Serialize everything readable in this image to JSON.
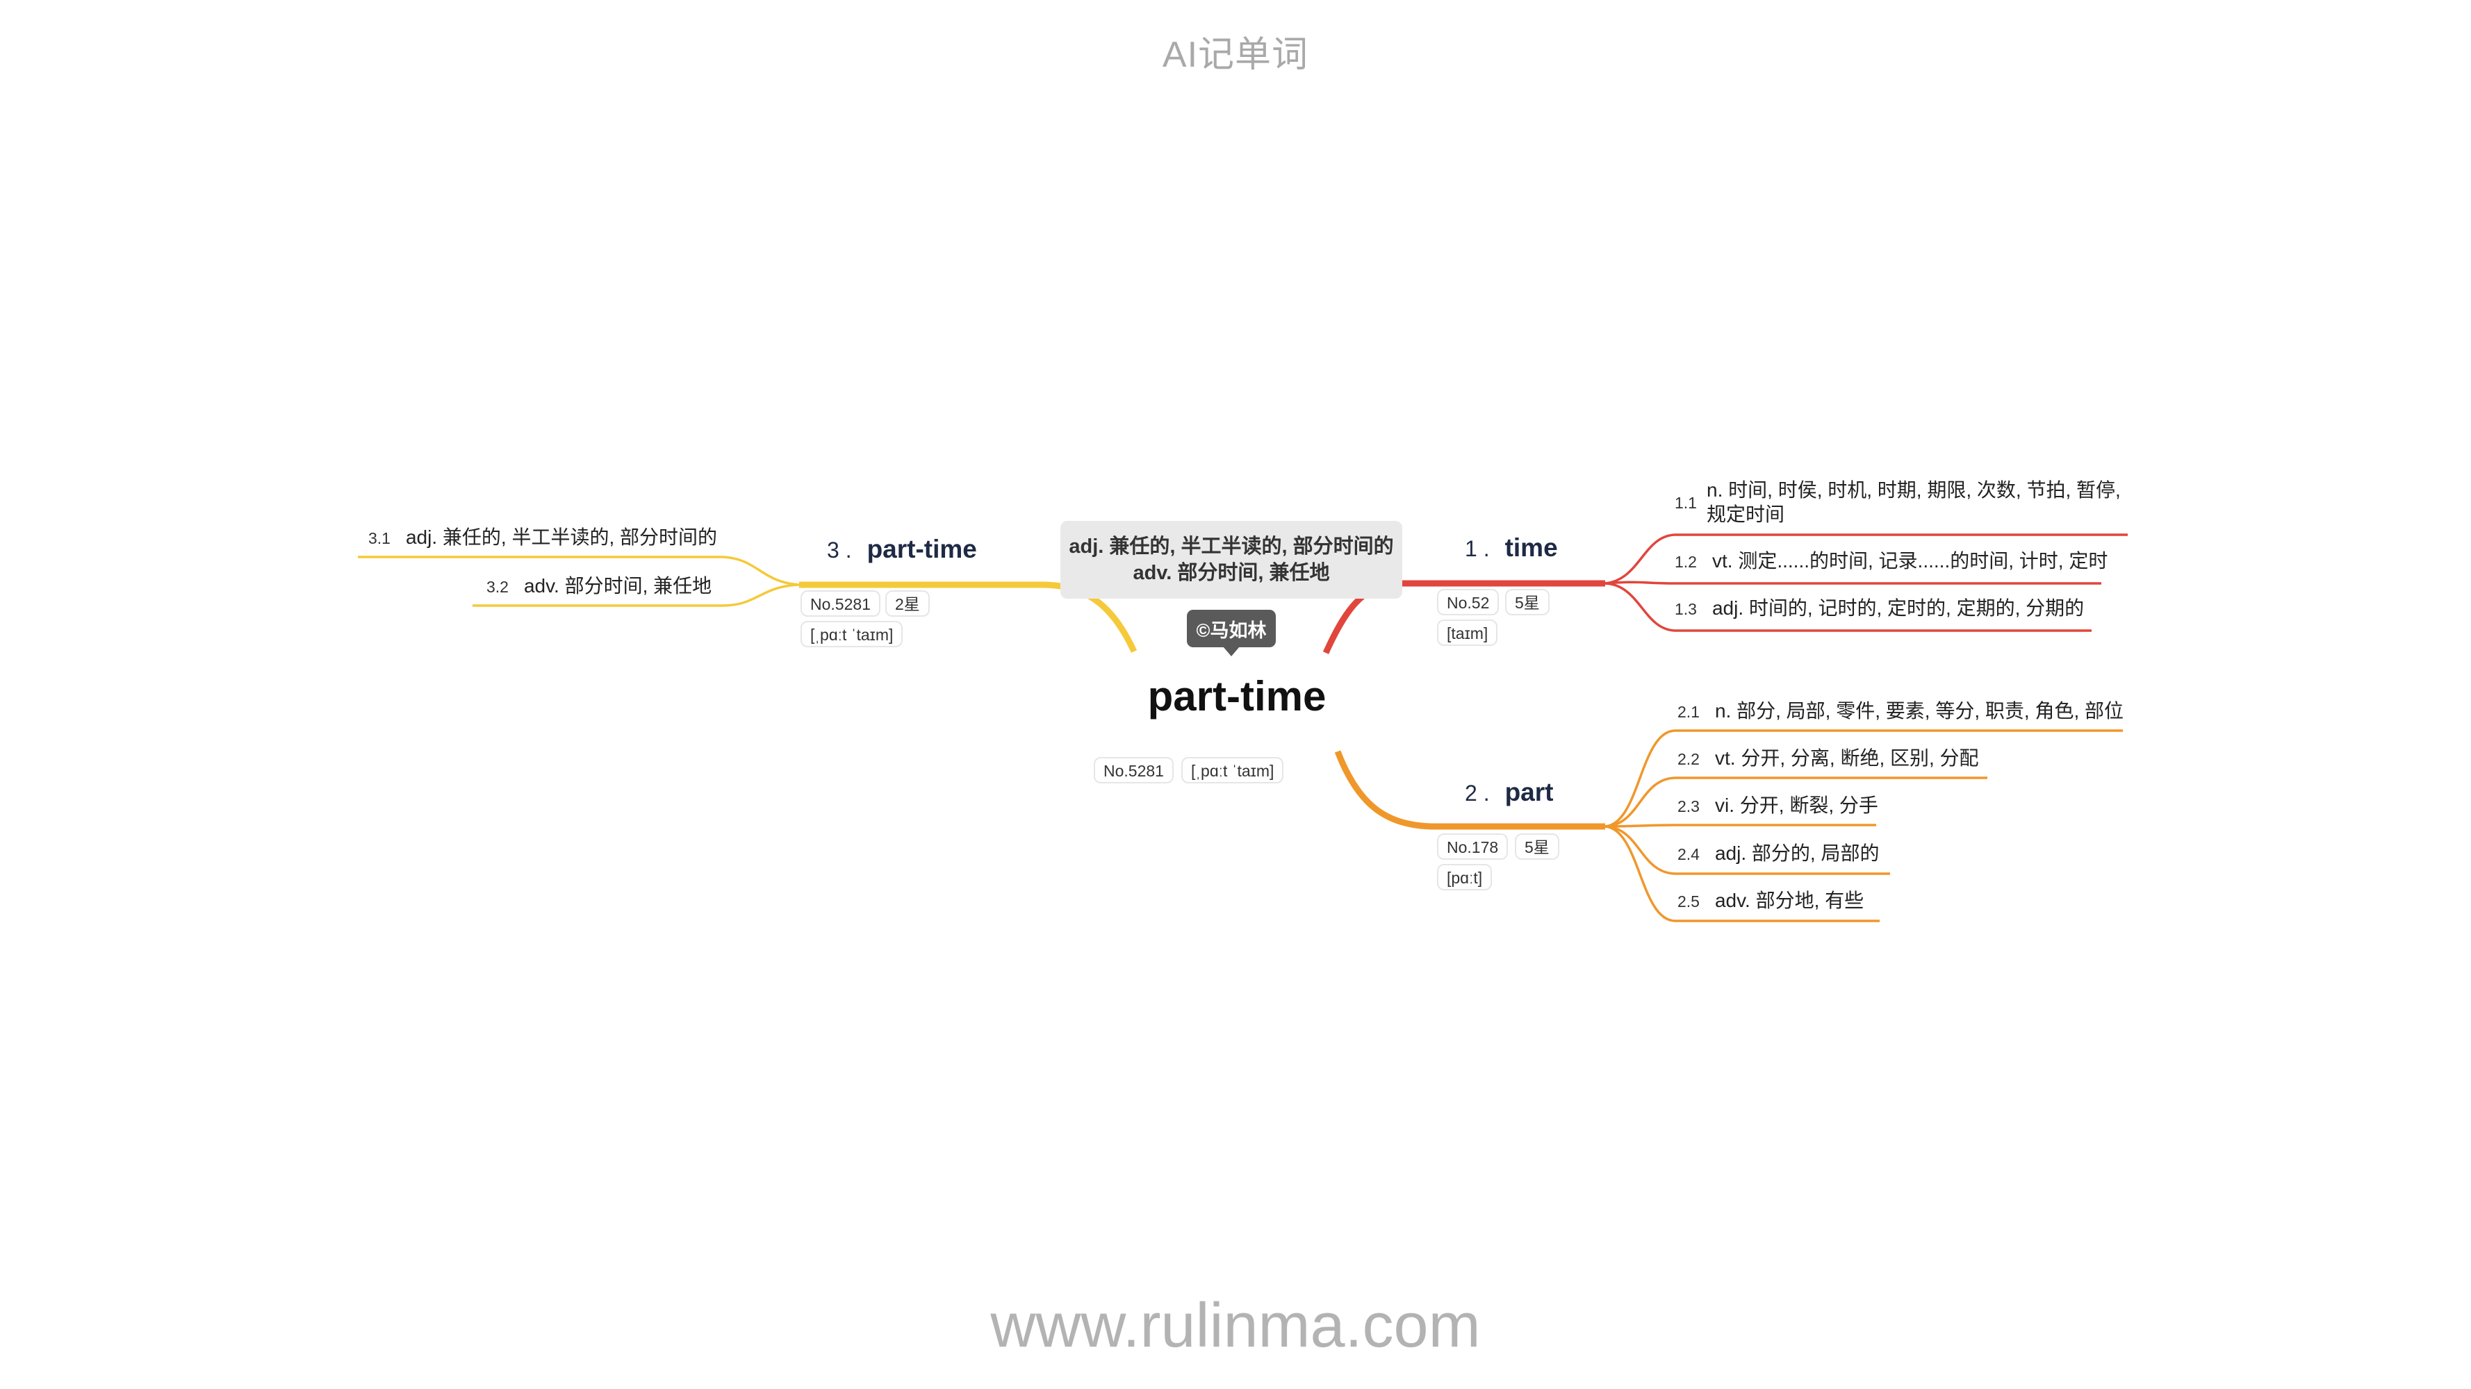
{
  "app_title": "AI记单词",
  "site_url": "www.rulinma.com",
  "colors": {
    "time": "#e0463c",
    "part": "#f0972b",
    "part_time": "#f5c93a"
  },
  "root": {
    "word": "part-time",
    "gloss_line1": "adj. 兼任的, 半工半读的, 部分时间的",
    "gloss_line2": "adv. 部分时间, 兼任地",
    "watermark": "©马如林",
    "number": "No.5281",
    "phonetic": "[ˌpɑːt ˈtaɪm]"
  },
  "branches": [
    {
      "index": "1 .",
      "word": "time",
      "number": "No.52",
      "stars": "5星",
      "phonetic": "[taɪm]",
      "meanings": [
        {
          "n": "1.1",
          "text": "n. 时间, 时侯, 时机, 时期, 期限, 次数, 节拍, 暂停, 规定时间"
        },
        {
          "n": "1.2",
          "text": "vt. 测定......的时间, 记录......的时间, 计时, 定时"
        },
        {
          "n": "1.3",
          "text": "adj. 时间的, 记时的, 定时的, 定期的, 分期的"
        }
      ]
    },
    {
      "index": "2 .",
      "word": "part",
      "number": "No.178",
      "stars": "5星",
      "phonetic": "[pɑːt]",
      "meanings": [
        {
          "n": "2.1",
          "text": "n. 部分, 局部, 零件, 要素, 等分, 职责, 角色, 部位"
        },
        {
          "n": "2.2",
          "text": "vt. 分开, 分离, 断绝, 区别, 分配"
        },
        {
          "n": "2.3",
          "text": "vi. 分开, 断裂, 分手"
        },
        {
          "n": "2.4",
          "text": "adj. 部分的, 局部的"
        },
        {
          "n": "2.5",
          "text": "adv. 部分地, 有些"
        }
      ]
    },
    {
      "index": "3 .",
      "word": "part-time",
      "number": "No.5281",
      "stars": "2星",
      "phonetic": "[ˌpɑːt ˈtaɪm]",
      "meanings": [
        {
          "n": "3.1",
          "text": "adj. 兼任的, 半工半读的, 部分时间的"
        },
        {
          "n": "3.2",
          "text": "adv. 部分时间, 兼任地"
        }
      ]
    }
  ]
}
